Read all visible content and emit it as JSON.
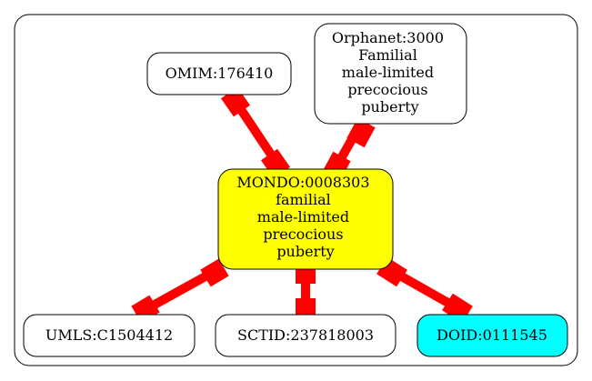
{
  "graph": {
    "colors": {
      "edge": "#ff0000",
      "center_fill": "#ffff00",
      "doid_fill": "#00ffff",
      "default_fill": "#ffffff",
      "stroke": "#000000"
    },
    "nodes": {
      "omim": {
        "lines": [
          "OMIM:176410"
        ]
      },
      "orphanet": {
        "lines": [
          "Orphanet:3000",
          "Familial",
          "male-limited",
          "precocious",
          "puberty"
        ]
      },
      "mondo": {
        "lines": [
          "MONDO:0008303",
          "familial",
          "male-limited",
          "precocious",
          "puberty"
        ]
      },
      "umls": {
        "lines": [
          "UMLS:C1504412"
        ]
      },
      "sctid": {
        "lines": [
          "SCTID:237818003"
        ]
      },
      "doid": {
        "lines": [
          "DOID:0111545"
        ]
      }
    }
  }
}
